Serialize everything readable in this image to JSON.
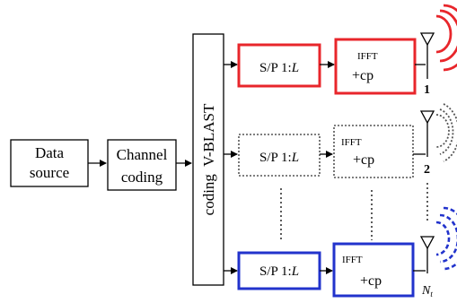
{
  "blocks": {
    "data_source": [
      "Data",
      "source"
    ],
    "channel_coding": [
      "Channel",
      "coding"
    ],
    "vblast": "coding  V-BLAST"
  },
  "branches": [
    {
      "sp": "S/P",
      "ratio": "1:",
      "ratio_var": "L",
      "ifft": "IFFT",
      "cp": "+cp",
      "index": "1",
      "style": "solid",
      "color": "#e8262b"
    },
    {
      "sp": "S/P",
      "ratio": "1:",
      "ratio_var": "L",
      "ifft": "IFFT",
      "cp": "+cp",
      "index": "2",
      "style": "dotted",
      "color": "#555555"
    },
    {
      "sp": "S/P",
      "ratio": "1:",
      "ratio_var": "L",
      "ifft": "IFFT",
      "cp": "+cp",
      "index": "N",
      "index_sub": "t",
      "style": "solid",
      "color": "#2233cc"
    }
  ],
  "colors": {
    "branch1": "#e8262b",
    "branch2": "#555555",
    "branch3": "#2233cc",
    "line": "#000000"
  }
}
